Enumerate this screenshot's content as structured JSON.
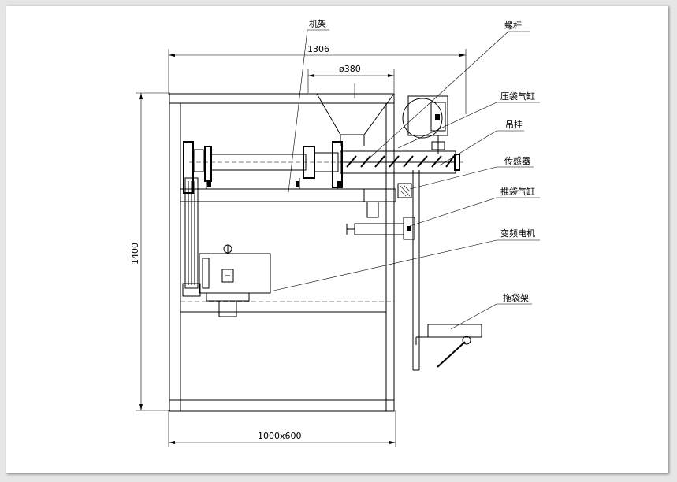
{
  "labels": {
    "frame": "机架",
    "screw": "螺杆",
    "press_cylinder": "压袋气缸",
    "hanger": "吊挂",
    "sensor": "传感器",
    "push_cylinder": "推袋气缸",
    "vfd_motor": "变频电机",
    "bag_support": "拖袋架"
  },
  "dimensions": {
    "width_top": "1306",
    "diameter": "ø380",
    "height": "1400",
    "footprint": "1000x600"
  }
}
